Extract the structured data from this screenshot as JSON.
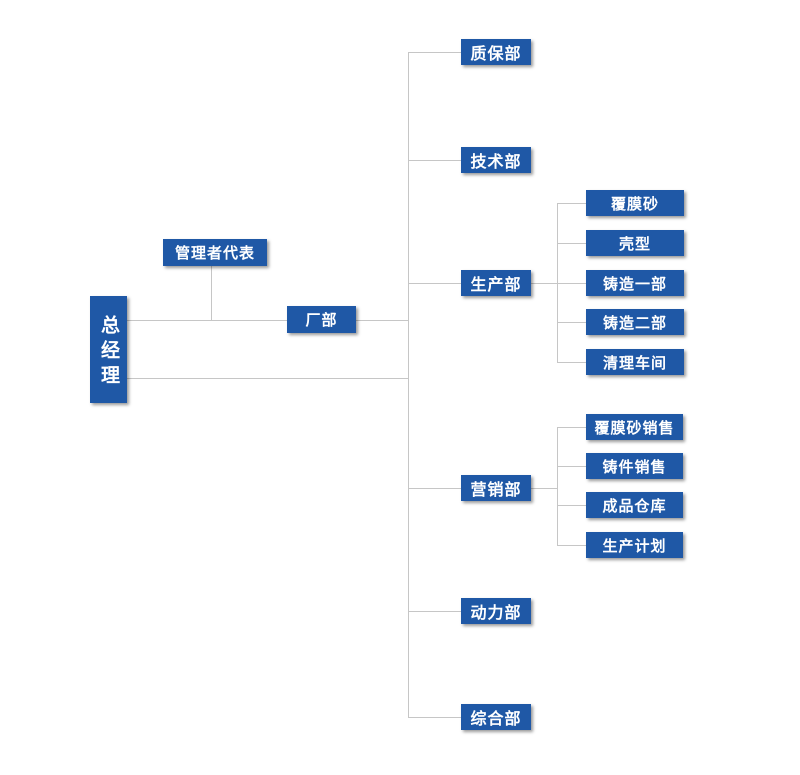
{
  "org": {
    "root": {
      "label": "总经理"
    },
    "management_representative": {
      "label": "管理者代表"
    },
    "factory": {
      "label": "厂部"
    },
    "departments": [
      {
        "label": "质保部",
        "children": []
      },
      {
        "label": "技术部",
        "children": []
      },
      {
        "label": "生产部",
        "children": [
          "覆膜砂",
          "壳型",
          "铸造一部",
          "铸造二部",
          "清理车间"
        ]
      },
      {
        "label": "营销部",
        "children": [
          "覆膜砂销售",
          "铸件销售",
          "成品仓库",
          "生产计划"
        ]
      },
      {
        "label": "动力部",
        "children": []
      },
      {
        "label": "综合部",
        "children": []
      }
    ],
    "colors": {
      "node_fill": "#1f58a6",
      "node_text": "#ffffff",
      "connector": "#c6c6c6",
      "background": "#ffffff"
    }
  }
}
